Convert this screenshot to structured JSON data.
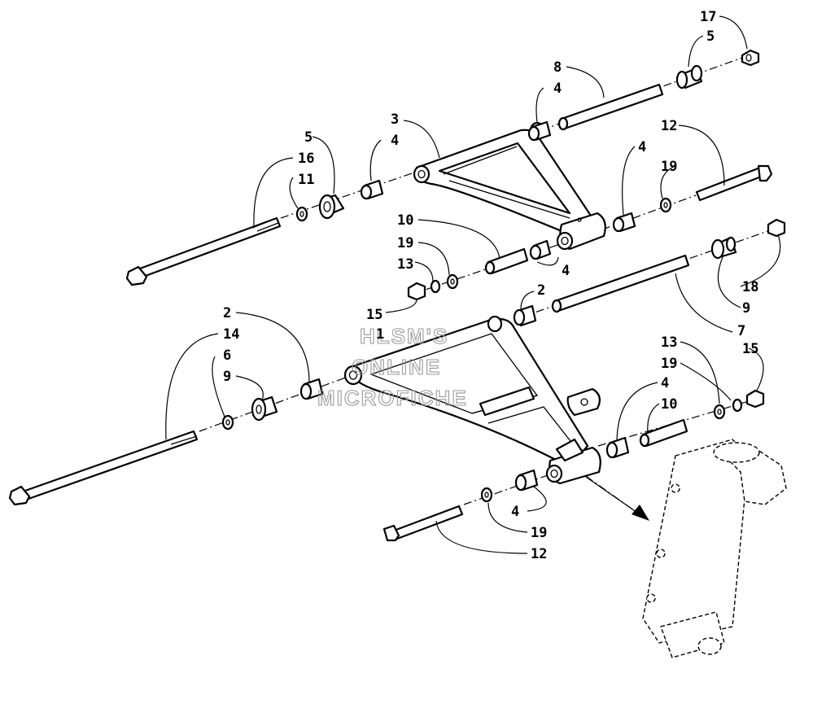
{
  "watermark": {
    "lines": [
      "HLSM'S",
      "ONLINE",
      "MICROFICHE"
    ]
  },
  "callouts": [
    {
      "id": "c17",
      "label": "17"
    },
    {
      "id": "c5a",
      "label": "5"
    },
    {
      "id": "c8",
      "label": "8"
    },
    {
      "id": "c4a",
      "label": "4"
    },
    {
      "id": "c3",
      "label": "3"
    },
    {
      "id": "c4b",
      "label": "4"
    },
    {
      "id": "c5b",
      "label": "5"
    },
    {
      "id": "c16",
      "label": "16"
    },
    {
      "id": "c11",
      "label": "11"
    },
    {
      "id": "c12a",
      "label": "12"
    },
    {
      "id": "c4c",
      "label": "4"
    },
    {
      "id": "c19a",
      "label": "19"
    },
    {
      "id": "c10a",
      "label": "10"
    },
    {
      "id": "c19b",
      "label": "19"
    },
    {
      "id": "c13a",
      "label": "13"
    },
    {
      "id": "c4d",
      "label": "4"
    },
    {
      "id": "c15a",
      "label": "15"
    },
    {
      "id": "c2a",
      "label": "2"
    },
    {
      "id": "c18",
      "label": "18"
    },
    {
      "id": "c9a",
      "label": "9"
    },
    {
      "id": "c7",
      "label": "7"
    },
    {
      "id": "c2b",
      "label": "2"
    },
    {
      "id": "c1",
      "label": "1"
    },
    {
      "id": "c14",
      "label": "14"
    },
    {
      "id": "c6",
      "label": "6"
    },
    {
      "id": "c9b",
      "label": "9"
    },
    {
      "id": "c13b",
      "label": "13"
    },
    {
      "id": "c15b",
      "label": "15"
    },
    {
      "id": "c19c",
      "label": "19"
    },
    {
      "id": "c4e",
      "label": "4"
    },
    {
      "id": "c10b",
      "label": "10"
    },
    {
      "id": "c4f",
      "label": "4"
    },
    {
      "id": "c19d",
      "label": "19"
    },
    {
      "id": "c12b",
      "label": "12"
    }
  ]
}
